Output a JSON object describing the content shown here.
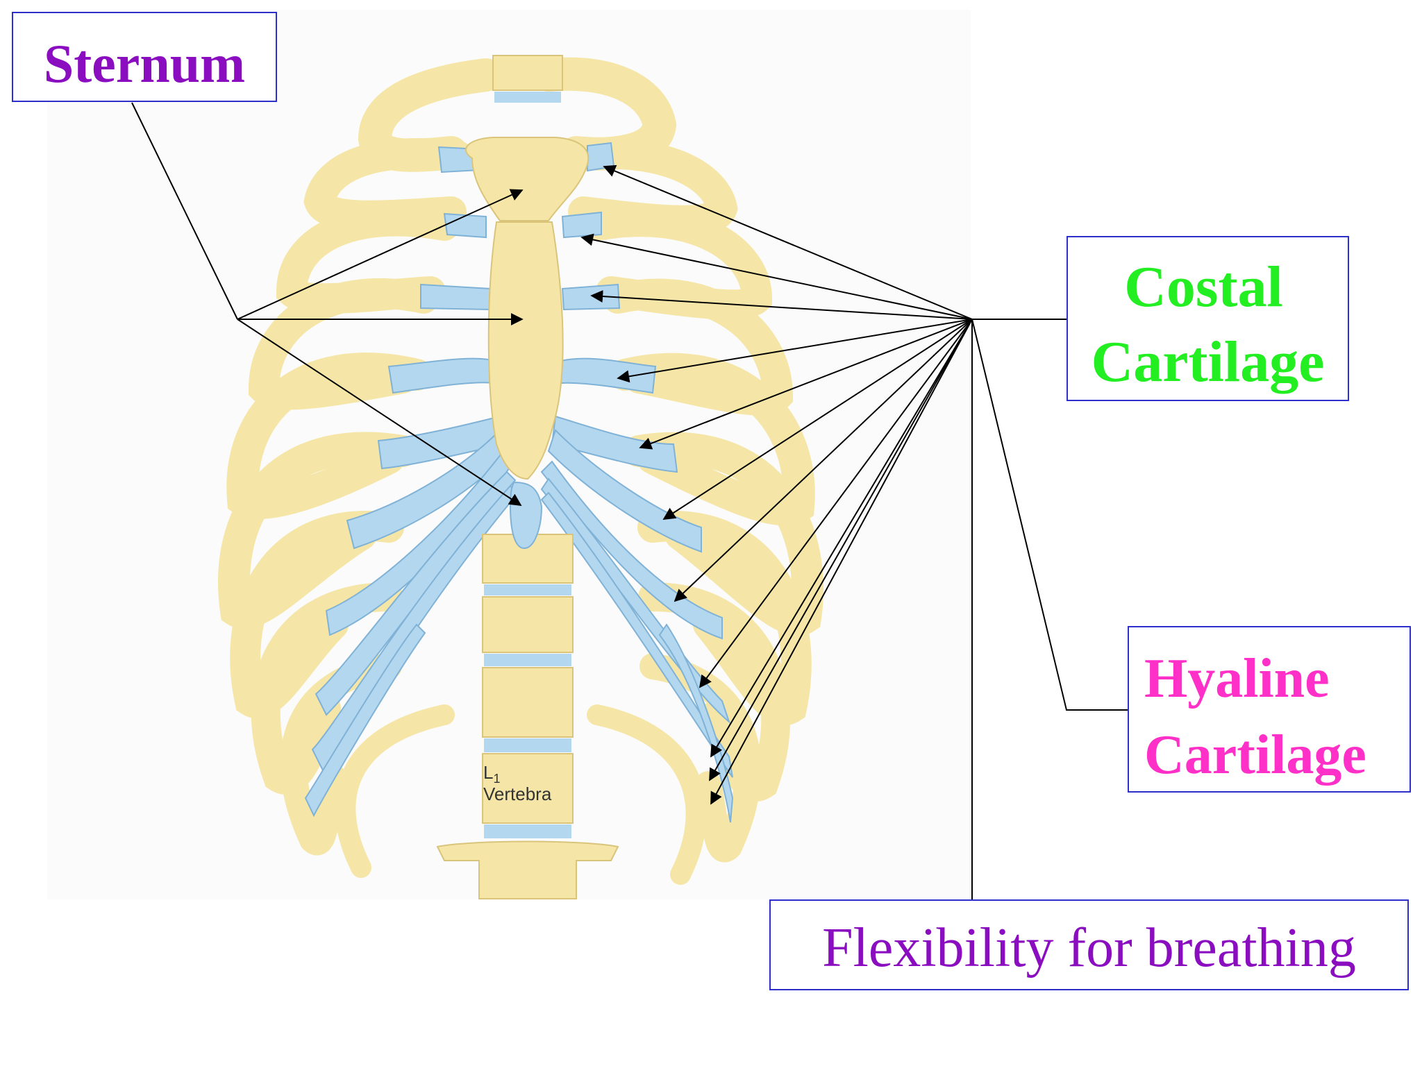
{
  "labels": {
    "sternum": "Sternum",
    "costal_line1": "Costal",
    "costal_line2": "Cartilage",
    "hyaline_line1": "Hyaline",
    "hyaline_line2": "Cartilage",
    "flexibility": "Flexibility for breathing",
    "vertebra_sub": "L",
    "vertebra_index": "1",
    "vertebra_name": "Vertebra"
  },
  "colors": {
    "bone": "#f5e6a8",
    "bone_edge": "#d9c47a",
    "cartilage": "#b3d7ee",
    "cartilage_edge": "#7fb2d6",
    "sternum_text": "#8a0ec0",
    "costal_text": "#22ee22",
    "hyaline_text": "#ff30c8",
    "box_border": "#2e2ecc",
    "leader_line": "#000000"
  }
}
